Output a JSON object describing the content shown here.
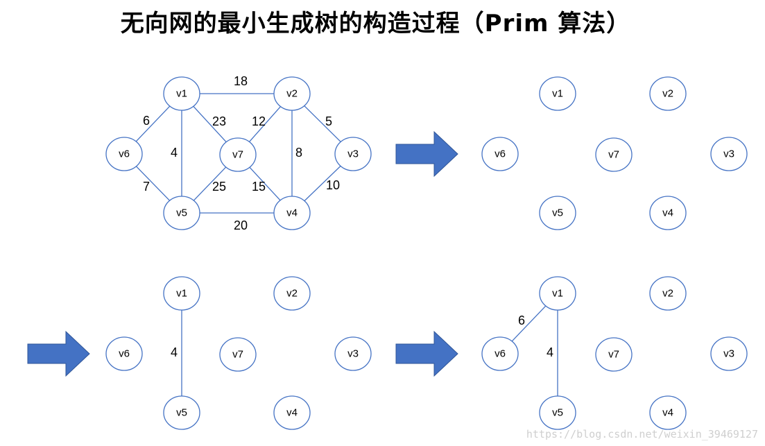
{
  "title": "无向网的最小生成树的构造过程（Prim 算法）",
  "watermark": "https://blog.csdn.net/weixin_39469127",
  "colors": {
    "node_stroke": "#4472c4",
    "edge": "#4472c4",
    "arrow_fill": "#4472c4",
    "arrow_stroke": "#2f5597"
  },
  "nodes": [
    "v1",
    "v2",
    "v3",
    "v4",
    "v5",
    "v6",
    "v7"
  ],
  "panels": [
    {
      "id": "full-graph",
      "edges": [
        {
          "from": "v1",
          "to": "v2",
          "weight": "18"
        },
        {
          "from": "v1",
          "to": "v6",
          "weight": "6"
        },
        {
          "from": "v1",
          "to": "v5",
          "weight": "4"
        },
        {
          "from": "v1",
          "to": "v7",
          "weight": "23"
        },
        {
          "from": "v2",
          "to": "v7",
          "weight": "12"
        },
        {
          "from": "v2",
          "to": "v3",
          "weight": "5"
        },
        {
          "from": "v2",
          "to": "v4",
          "weight": "8"
        },
        {
          "from": "v6",
          "to": "v5",
          "weight": "7"
        },
        {
          "from": "v7",
          "to": "v5",
          "weight": "25"
        },
        {
          "from": "v7",
          "to": "v4",
          "weight": "15"
        },
        {
          "from": "v3",
          "to": "v4",
          "weight": "10"
        },
        {
          "from": "v5",
          "to": "v4",
          "weight": "20"
        }
      ]
    },
    {
      "id": "step-0",
      "edges": []
    },
    {
      "id": "step-1",
      "edges": [
        {
          "from": "v1",
          "to": "v5",
          "weight": "4"
        }
      ]
    },
    {
      "id": "step-2",
      "edges": [
        {
          "from": "v1",
          "to": "v6",
          "weight": "6"
        },
        {
          "from": "v1",
          "to": "v5",
          "weight": "4"
        }
      ]
    }
  ]
}
